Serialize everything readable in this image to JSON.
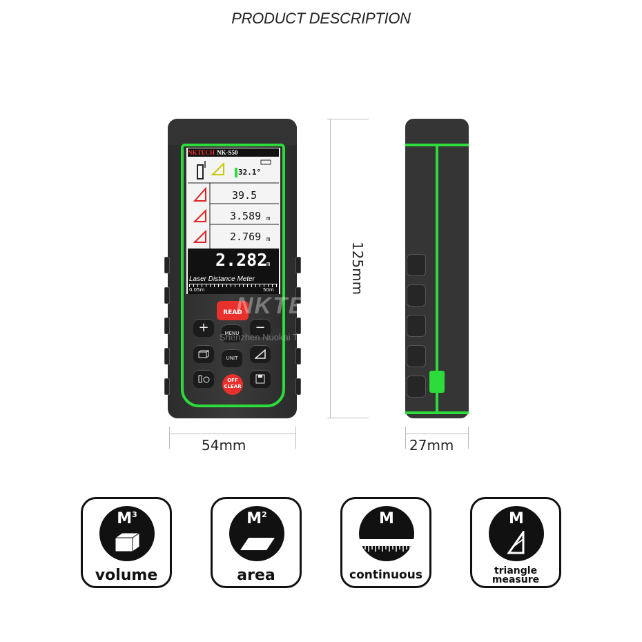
{
  "header": {
    "title": "PRODUCT DESCRIPTION"
  },
  "device": {
    "brand": "NKTECH",
    "model": "NK-S50",
    "angle": "32.1°",
    "row1": "39.5",
    "row2": "3.589",
    "row2_unit": "m",
    "row3": "2.769",
    "row3_unit": "m",
    "main_value": "2.282",
    "main_unit": "m",
    "screen_label": "Laser Distance Meter",
    "range_min": "0.05m",
    "range_max": "50m",
    "keys": {
      "read": "READ",
      "plus": "+",
      "minus": "−",
      "menu": "MENU",
      "unit": "UNIT",
      "off_clear": "OFF CLEAR"
    }
  },
  "watermark": {
    "text": "NKTECH",
    "sub": "Shenzhen Nuokai Technology Co., Ltd"
  },
  "dimensions": {
    "height": "125mm",
    "width": "54mm",
    "depth": "27mm"
  },
  "features": [
    {
      "symbol": "M",
      "sup": "3",
      "label": "volume"
    },
    {
      "symbol": "M",
      "sup": "2",
      "label": "area"
    },
    {
      "symbol": "M",
      "sup": "",
      "label": "continuous"
    },
    {
      "symbol": "M",
      "sup": "",
      "label": "triangle measure"
    }
  ],
  "colors": {
    "accent": "#2bdc3a",
    "key_red": "#e8302c",
    "body": "#333333"
  }
}
